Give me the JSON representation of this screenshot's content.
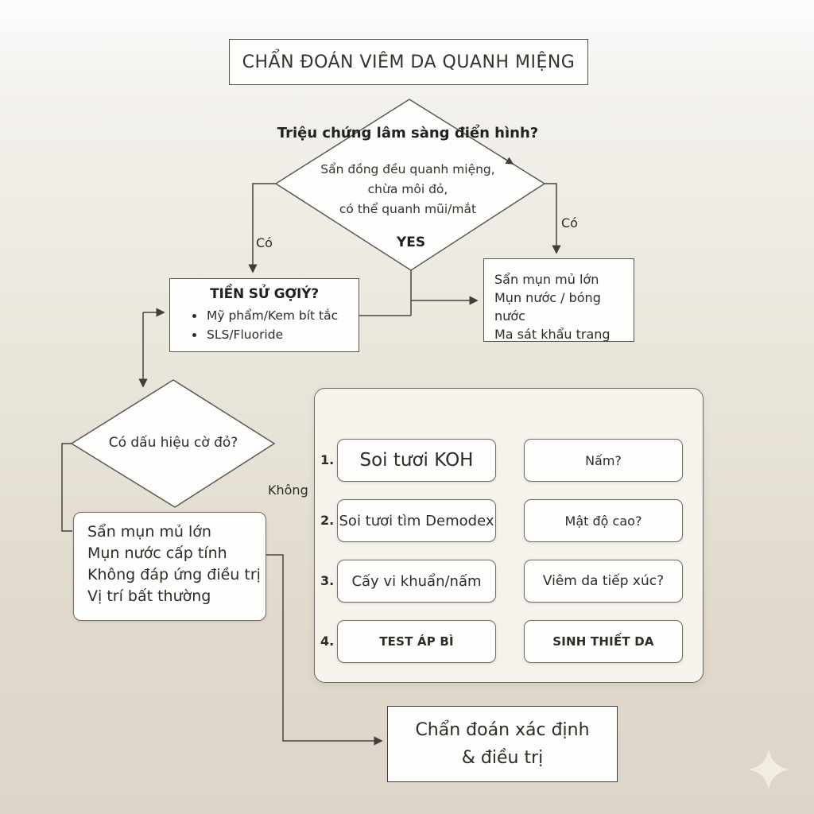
{
  "title": "CHẨN ĐOÁN VIÊM DA QUANH MIỆNG",
  "flow": {
    "q1": "Triệu chứng lâm sàng điển hình?",
    "q1_details": [
      "Sẩn đồng đều quanh miệng,",
      "chừa môi đỏ,",
      "có thể quanh mũi/mắt"
    ],
    "q1_yes": "YES",
    "branch_left_label": "Có",
    "branch_right_label": "Có",
    "branch_no_label": "Không",
    "q2": "Có dấu hiệu cờ đỏ?"
  },
  "history_box": {
    "heading": "TIỀN SỬ GỢIÝ?",
    "bullets": [
      "Mỹ phẩm/Kem bít tắc",
      "SLS/Fluoride"
    ]
  },
  "acute_box": {
    "lines": [
      "Sẩn mụn mủ lớn",
      "Mụn nước / bóng nước",
      "Ma sát khẩu trang"
    ]
  },
  "redflag_box": {
    "lines": [
      "Sẩn mụn mủ lớn",
      "Mụn nước cấp tính",
      "Không đáp ứng điều trị",
      "Vị trí bất thường"
    ]
  },
  "tests_panel": {
    "rows": [
      {
        "num": "1.",
        "test": "Soi tươi KOH",
        "result": "Nấm?"
      },
      {
        "num": "2.",
        "test": "Soi tươi tìm Demodex",
        "result": "Mật độ cao?"
      },
      {
        "num": "3.",
        "test": "Cấy vi khuẩn/nấm",
        "result": "Viêm da tiếp xúc?"
      },
      {
        "num": "4.",
        "test": "TEST ÁP BÌ",
        "result": "SINH THIẾT DA"
      }
    ]
  },
  "final_box": {
    "lines": [
      "Chẩn đoán xác định",
      "& điều trị"
    ]
  },
  "icons": {
    "sparkle": "four-point-star"
  },
  "colors": {
    "background_top": "#fdfdfd",
    "background_bottom": "#dcd4c8",
    "line": "#45443f",
    "box_fill": "#fdfdfc",
    "panel_fill": "#f6f3ec",
    "text": "#2d2c29",
    "sparkle": "#f2ede1"
  }
}
